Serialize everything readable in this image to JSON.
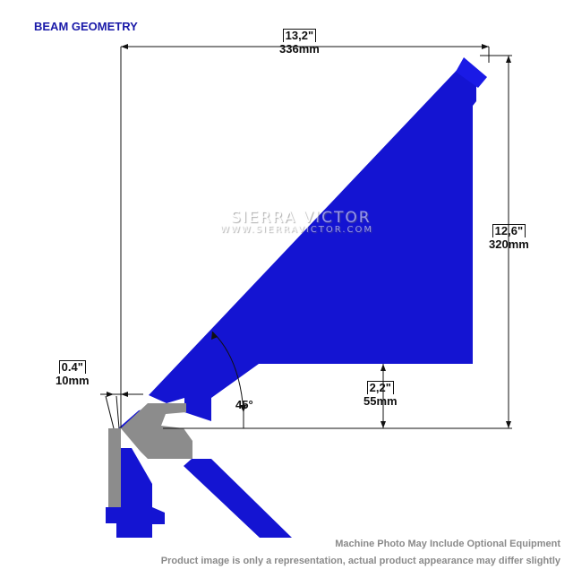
{
  "title": "BEAM GEOMETRY",
  "watermark": {
    "line1": "SIERRA VICTOR",
    "line2": "WWW.SIERRAVICTOR.COM"
  },
  "dimensions": {
    "width": {
      "inches": "13,2\"",
      "mm": "336mm"
    },
    "height": {
      "inches": "12,6\"",
      "mm": "320mm"
    },
    "clearance": {
      "inches": "2,2\"",
      "mm": "55mm"
    },
    "tip": {
      "inches": "0.4\"",
      "mm": "10mm"
    },
    "angle": "45°"
  },
  "footer": {
    "line1": "Machine Photo May Include Optional Equipment",
    "line2": "Product image is only a representation, actual product appearance may differ slightly"
  },
  "colors": {
    "beam": "#1414d2",
    "beam_dark": "#0a0a8c",
    "clamp": "#8c8c8c",
    "dimension_lines": "#111111"
  }
}
